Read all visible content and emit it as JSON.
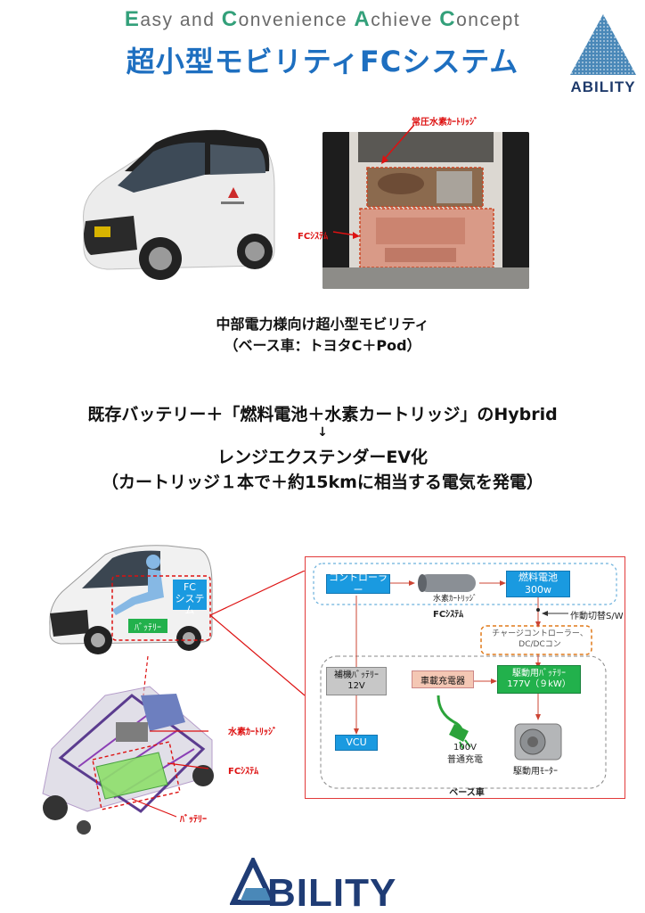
{
  "header": {
    "tagline_parts": [
      {
        "cap": "E",
        "rest": "asy and "
      },
      {
        "cap": "C",
        "rest": "onvenience "
      },
      {
        "cap": "A",
        "rest": "chieve "
      },
      {
        "cap": "C",
        "rest": "oncept"
      }
    ],
    "title": "超小型モビリティFCシステム"
  },
  "brand": {
    "corner_logo": "ABILITY",
    "footer_logo": "ABILITY",
    "navy": "#1f3c75",
    "accent_blue": "#1e6fc0",
    "accent_green": "#33a07a"
  },
  "photo_labels": {
    "cartridge": "常圧水素ｶｰﾄﾘｯｼﾞ",
    "fc_system": "FCｼｽﾃﾑ"
  },
  "caption": {
    "line1": "中部電力様向け超小型モビリティ",
    "line2": "（ベース車：トヨタC＋Pod）"
  },
  "headline": {
    "line1": "既存バッテリー＋「燃料電池＋水素カートリッジ」のHybrid",
    "arrow": "↓",
    "line2": "レンジエクステンダーEV化",
    "line3": "（カートリッジ１本で＋約15kmに相当する電気を発電）"
  },
  "car_diagram": {
    "fc_label_1": "FC",
    "fc_label_2": "システム",
    "battery": "ﾊﾞｯﾃﾘｰ"
  },
  "chassis_labels": {
    "cartridge": "水素ｶｰﾄﾘｯｼﾞ",
    "fc_system": "FCｼｽﾃﾑ",
    "battery": "ﾊﾞｯﾃﾘｰ"
  },
  "system": {
    "controller": "コントローラー",
    "cartridge": "水素ｶｰﾄﾘｯｼﾞ",
    "fc_system": "FCｼｽﾃﾑ",
    "fuel_cell_1": "燃料電池",
    "fuel_cell_2": "300w",
    "switch": "作動切替S/W",
    "charge_ctrl_1": "チャージコントローラー、",
    "charge_ctrl_2": "DC/DCコン",
    "aux_battery_1": "補機ﾊﾞｯﾃﾘｰ",
    "aux_battery_2": "12V",
    "onboard_charger": "車載充電器",
    "drive_battery_1": "駆動用ﾊﾞｯﾃﾘｰ",
    "drive_battery_2": "177V（９kW）",
    "vcu": "VCU",
    "plug_1": "100V",
    "plug_2": "普通充電",
    "motor": "駆動用ﾓｰﾀｰ",
    "base_car": "ベース車"
  }
}
